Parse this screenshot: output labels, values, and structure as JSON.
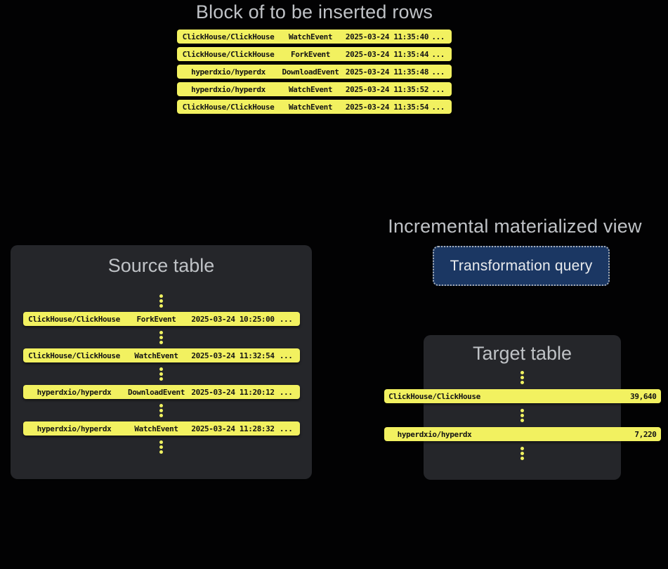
{
  "colors": {
    "row_yellow": "#f2f160",
    "dot_yellow": "#eff161",
    "box_bg": "#25262a",
    "heading_text": "#bfc2c6",
    "button_bg": "#1b3763",
    "button_border": "#a9afb8",
    "button_text": "#e9ebee"
  },
  "insert_block": {
    "title": "Block of to be inserted rows",
    "rows": [
      {
        "repo": "ClickHouse/ClickHouse",
        "event": "WatchEvent",
        "timestamp": "2025-03-24 11:35:40",
        "more": "..."
      },
      {
        "repo": "ClickHouse/ClickHouse",
        "event": "ForkEvent",
        "timestamp": "2025-03-24 11:35:44",
        "more": "..."
      },
      {
        "repo": "hyperdxio/hyperdx",
        "event": "DownloadEvent",
        "timestamp": "2025-03-24 11:35:48",
        "more": "..."
      },
      {
        "repo": "hyperdxio/hyperdx",
        "event": "WatchEvent",
        "timestamp": "2025-03-24 11:35:52",
        "more": "..."
      },
      {
        "repo": "ClickHouse/ClickHouse",
        "event": "WatchEvent",
        "timestamp": "2025-03-24 11:35:54",
        "more": "..."
      }
    ]
  },
  "source_table": {
    "title": "Source table",
    "rows": [
      {
        "repo": "ClickHouse/ClickHouse",
        "event": "ForkEvent",
        "timestamp": "2025-03-24 10:25:00",
        "more": "..."
      },
      {
        "repo": "ClickHouse/ClickHouse",
        "event": "WatchEvent",
        "timestamp": "2025-03-24 11:32:54",
        "more": "..."
      },
      {
        "repo": "hyperdxio/hyperdx",
        "event": "DownloadEvent",
        "timestamp": "2025-03-24 11:20:12",
        "more": "..."
      },
      {
        "repo": "hyperdxio/hyperdx",
        "event": "WatchEvent",
        "timestamp": "2025-03-24 11:28:32",
        "more": "..."
      }
    ]
  },
  "materialized_view": {
    "title": "Incremental materialized view",
    "button_label": "Transformation query"
  },
  "target_table": {
    "title": "Target table",
    "rows": [
      {
        "repo": "ClickHouse/ClickHouse",
        "count": "39,640"
      },
      {
        "repo": "hyperdxio/hyperdx",
        "count": "7,220"
      }
    ]
  }
}
